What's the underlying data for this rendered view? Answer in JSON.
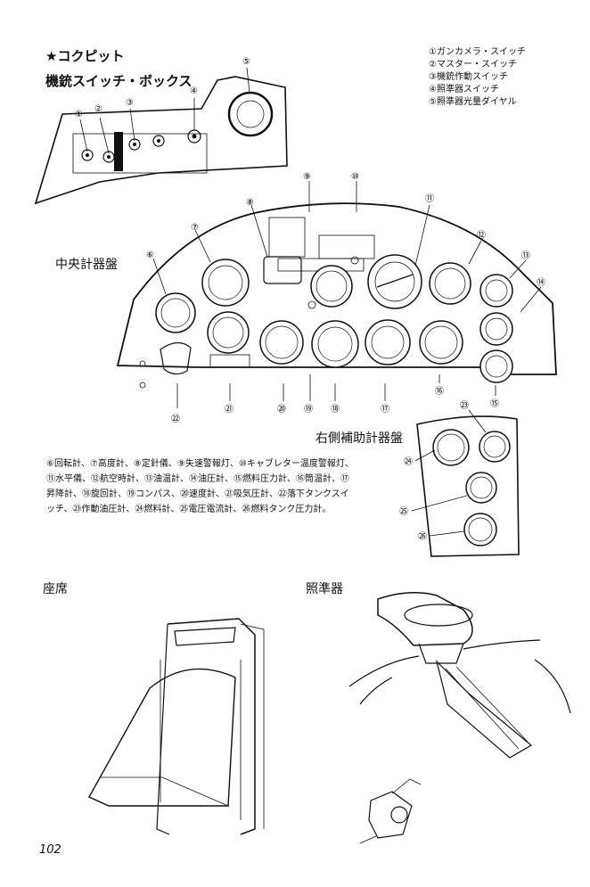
{
  "cockpit_heading": "★コクピット",
  "gun_switch_box": {
    "title": "機銃スイッチ・ボックス",
    "legend": [
      "①ガンカメラ・スイッチ",
      "②マスター・スイッチ",
      "③機銃作動スイッチ",
      "④照準器スイッチ",
      "⑤照準器光量ダイヤル"
    ],
    "callouts": [
      "①",
      "②",
      "③",
      "④",
      "⑤"
    ]
  },
  "center_panel": {
    "title": "中央計器盤",
    "callouts": [
      "⑥",
      "⑦",
      "⑧",
      "⑨",
      "⑩",
      "⑪",
      "⑫",
      "⑬",
      "⑭",
      "⑮",
      "⑯",
      "⑰",
      "⑱",
      "⑲",
      "⑳",
      "㉑",
      "㉒"
    ]
  },
  "right_panel": {
    "title": "右側補助計器盤",
    "callouts": [
      "㉓",
      "㉔",
      "㉕",
      "㉖"
    ]
  },
  "instrument_caption": [
    "⑥回転計、⑦高度計、⑧定針儀、⑨失速警報灯、⑩キャブレター温度警報灯、",
    "⑪水平儀、⑫航空時計、⑬油温計、⑭油圧計、⑮燃料圧力計、⑯筒温計、⑰",
    "昇降計、⑱旋回計、⑲コンパス、⑳速度計、㉑吸気圧計、㉒落下タンクスイ",
    "ッチ、㉓作動油圧計、㉔燃料計、㉕電圧電流計、㉖燃料タンク圧力計。"
  ],
  "seat_title": "座席",
  "gunsight_title": "照準器",
  "page_number": "102"
}
